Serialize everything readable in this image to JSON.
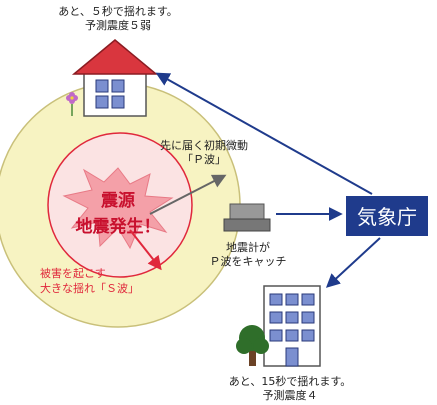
{
  "house_top": {
    "line1": "あと、５秒で揺れます。",
    "line2": "予測震度５弱"
  },
  "building_bottom": {
    "line1": "あと、15秒で揺れます。",
    "line2": "予測震度４"
  },
  "epicenter": {
    "line1": "震源",
    "line2": "地震発生！"
  },
  "p_wave": {
    "line1": "先に届く初期微動",
    "line2": "「Ｐ波」"
  },
  "s_wave": {
    "line1": "被害を起こす",
    "line2": "大きな揺れ「Ｓ波」"
  },
  "seismometer": {
    "line1": "地震計が",
    "line2": "Ｐ波をキャッチ"
  },
  "agency": {
    "label": "気象庁"
  },
  "colors": {
    "outer_circle": "#f7f3c2",
    "inner_circle": "#fbe3e3",
    "ring_red": "#e0283c",
    "burst": "#f4a0a8",
    "epicenter_text": "#c8102e",
    "arrow_blue": "#1f3b8c",
    "agency_box": "#1f3b8c",
    "roof_red": "#d9363e",
    "window_blue": "#7b8fd0"
  }
}
